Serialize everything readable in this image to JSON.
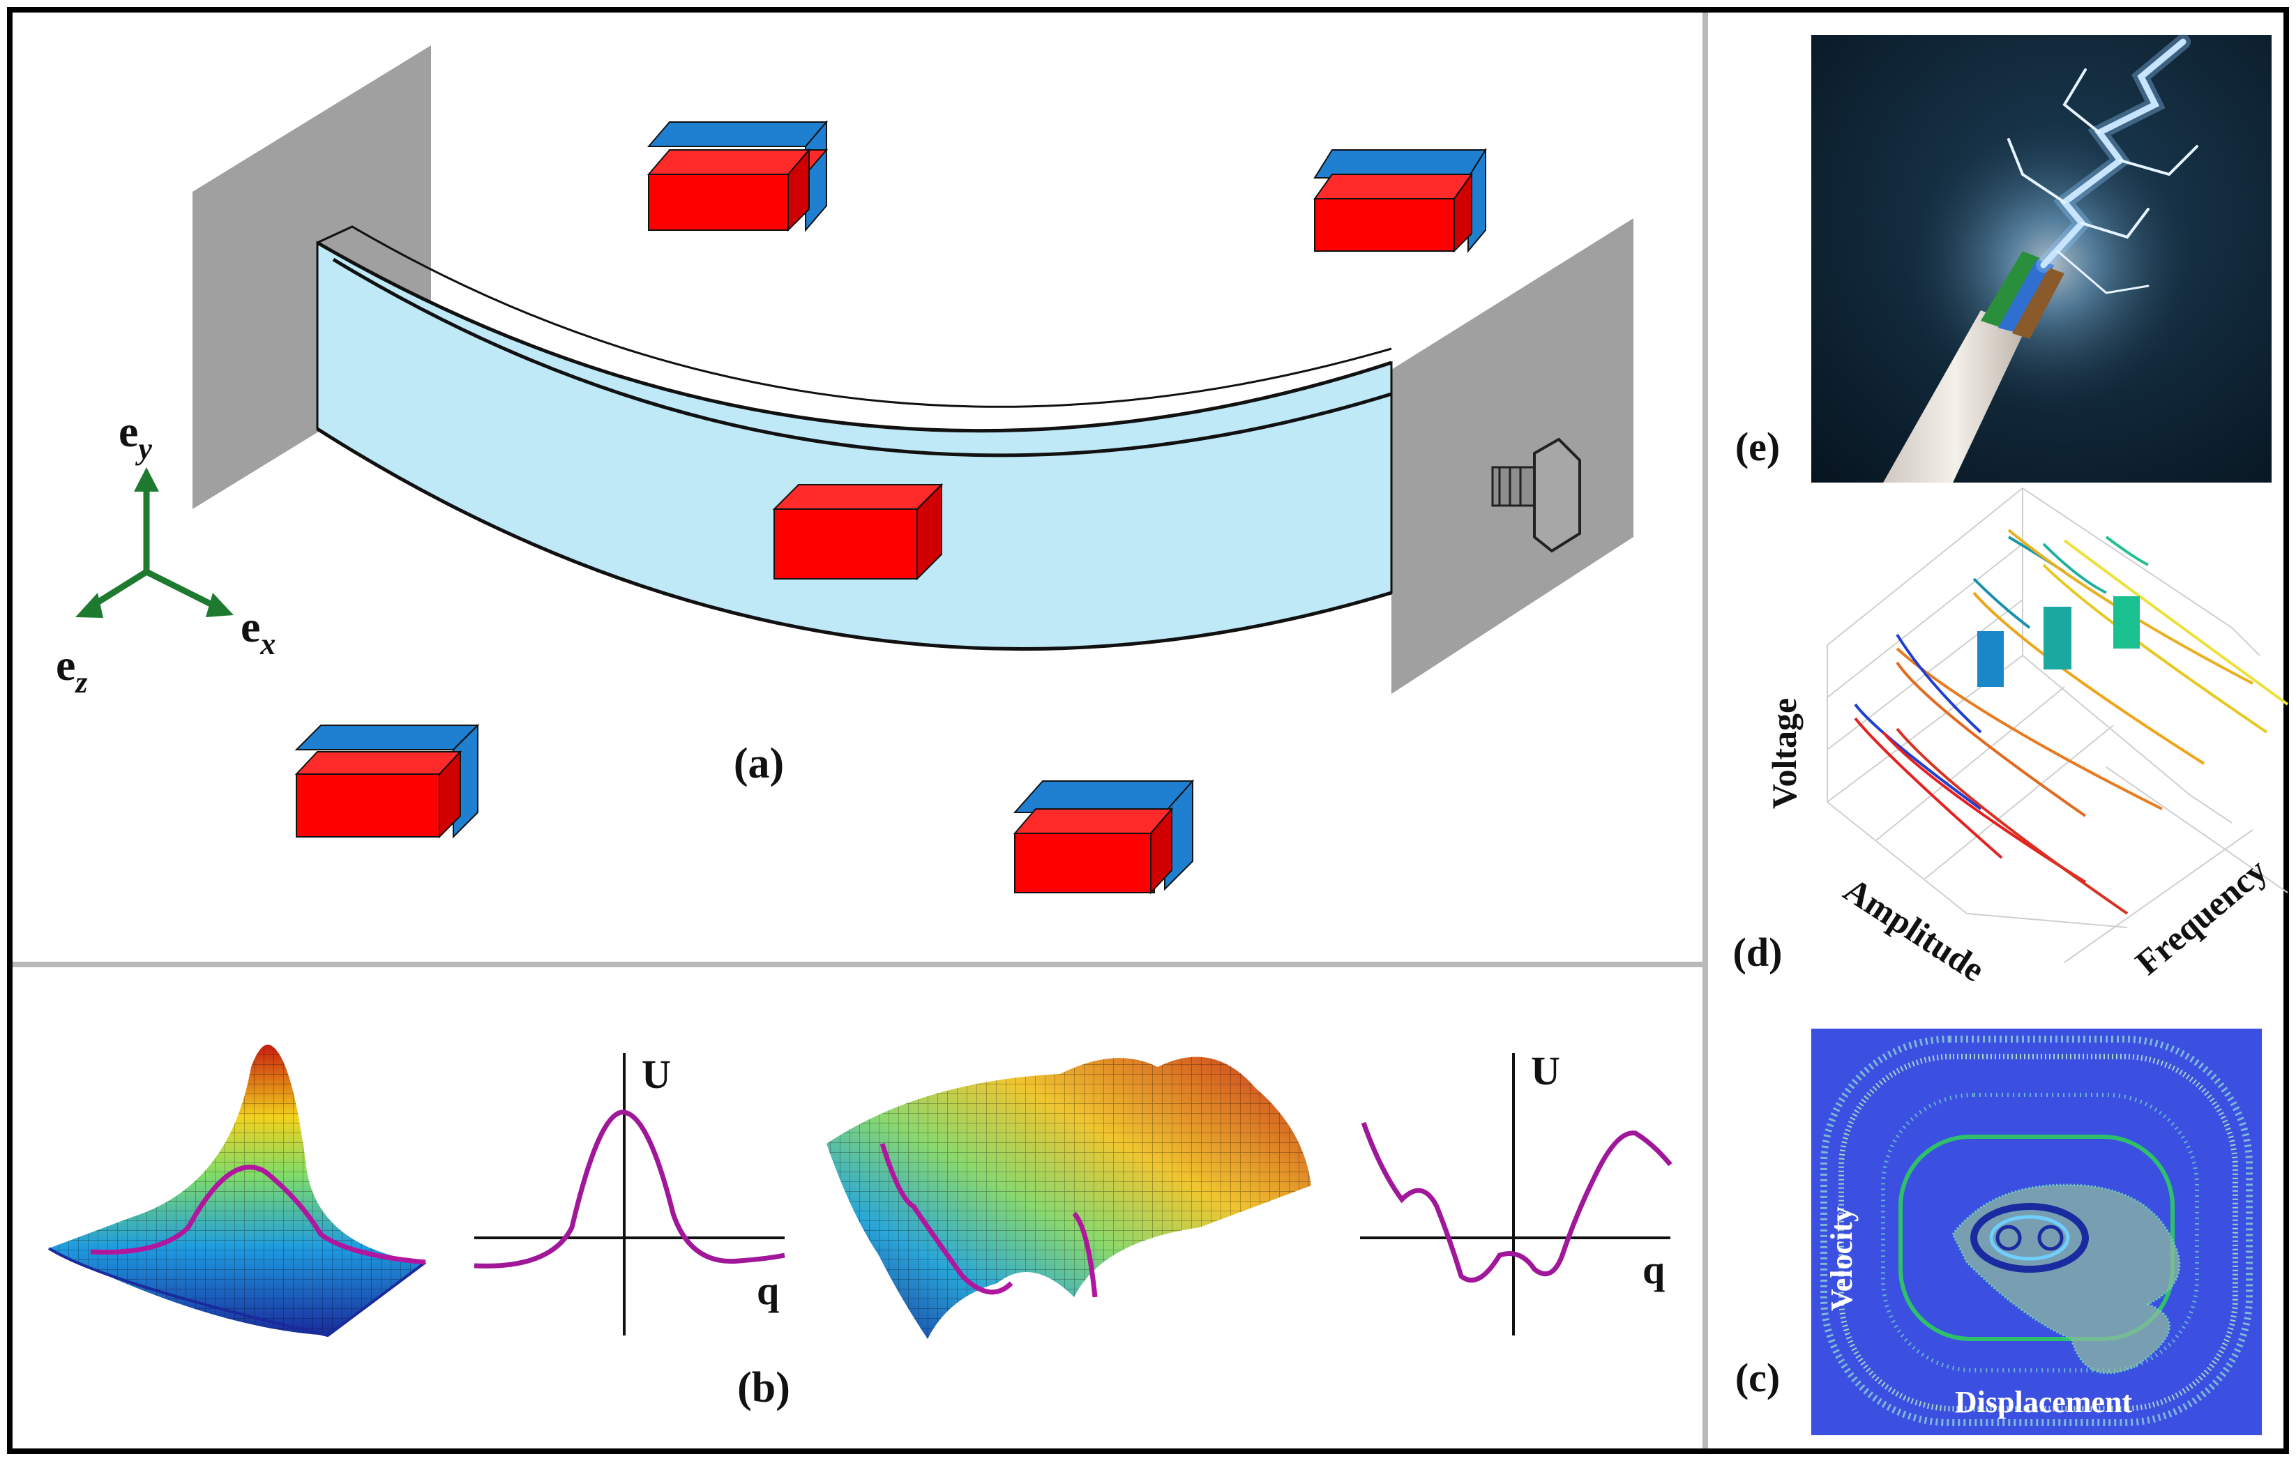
{
  "panels": {
    "a": {
      "label": "(a)",
      "axes": {
        "ey": "e",
        "ey_sub": "y",
        "ex": "e",
        "ex_sub": "x",
        "ez": "e",
        "ez_sub": "z"
      }
    },
    "b": {
      "label": "(b)",
      "plot1": {
        "ylabel": "U",
        "xlabel": "q"
      },
      "plot2": {
        "ylabel": "U",
        "xlabel": "q"
      }
    },
    "c": {
      "label": "(c)",
      "xlabel": "Displacement",
      "ylabel": "Velocity"
    },
    "d": {
      "label": "(d)",
      "zlabel": "Voltage",
      "xlabel": "Amplitude",
      "ylabel": "Frequency"
    },
    "e": {
      "label": "(e)"
    }
  },
  "colors": {
    "beam": "#bfe9f7",
    "magnet_red": "#ff0000",
    "magnet_blue": "#1f7fd0",
    "wall": "#a0a0a0",
    "axis_green": "#1e7a2e",
    "curve_magenta": "#a0179a",
    "basin_bg": "#3b4fe0",
    "photo_bg": "#0b1d2a",
    "border": "#000000",
    "divider": "#b9b9b9"
  }
}
